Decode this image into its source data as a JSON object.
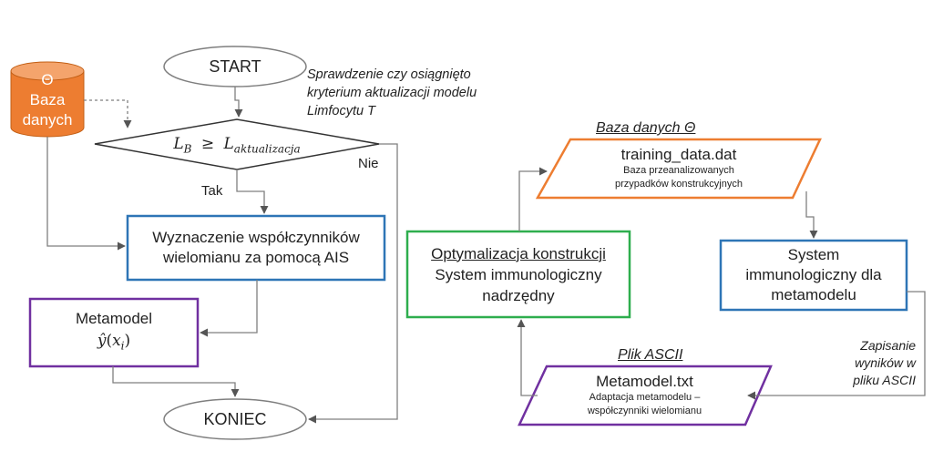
{
  "left": {
    "database": {
      "symbol": "Θ",
      "line1": "Baza",
      "line2": "danych"
    },
    "start": "START",
    "check_note": [
      "Sprawdzenie czy osiągnięto",
      "kryterium aktualizacji modelu",
      "Limfocytu T"
    ],
    "decision": {
      "lhs": "L",
      "lhs_sub": "B",
      "op": "≥",
      "rhs": "L",
      "rhs_sub": "aktualizacja"
    },
    "no_label": "Nie",
    "yes_label": "Tak",
    "coeffs_box": [
      "Wyznaczenie współczynników",
      "wielomianu za pomocą AIS"
    ],
    "metamodel_box": {
      "title": "Metamodel",
      "hat_y": "ŷ",
      "open": "(",
      "x": "x",
      "x_sub": "i",
      "close": ")"
    },
    "end": "KONIEC"
  },
  "right": {
    "db_title": "Baza danych Θ",
    "training": {
      "file": "training_data.dat",
      "desc": [
        "Baza przeanalizowanych",
        "przypadków konstrukcyjnych"
      ]
    },
    "optimization": {
      "title": "Optymalizacja konstrukcji",
      "body": [
        "System immunologiczny",
        "nadrzędny"
      ]
    },
    "meta_system": [
      "System",
      "immunologiczny dla",
      "metamodelu"
    ],
    "save_note": [
      "Zapisanie",
      "wyników w",
      "pliku ASCII"
    ],
    "ascii_title": "Plik ASCII",
    "meta_file": {
      "file": "Metamodel.txt",
      "desc": [
        "Adaptacja metamodelu –",
        "współczynniki wielomianu"
      ]
    }
  },
  "colors": {
    "database_fill": "#ED7D31",
    "blue": "#2E75B6",
    "purple": "#7030A0",
    "green": "#2EAE4E",
    "orange": "#ED7D31",
    "line": "#7F7F7F",
    "text": "#222222"
  }
}
